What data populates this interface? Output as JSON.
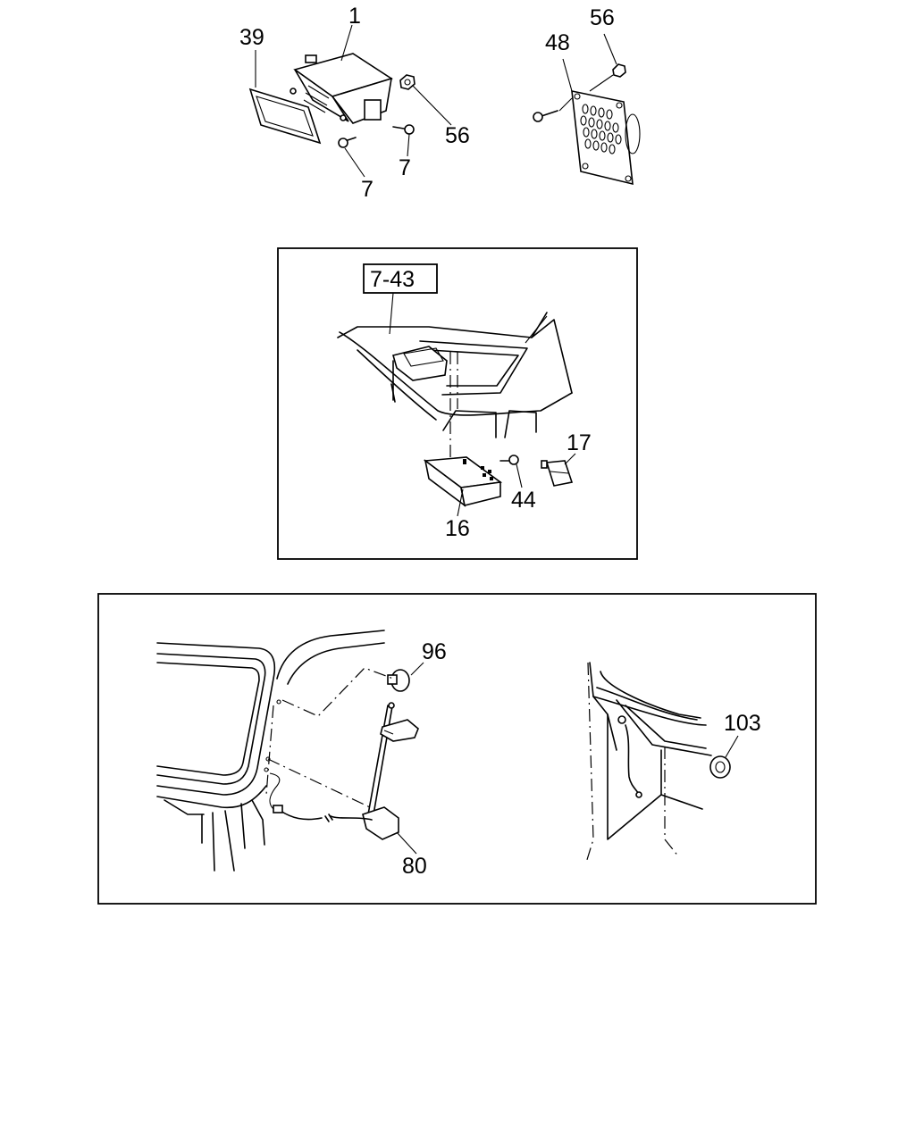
{
  "callouts": {
    "c1": "1",
    "c39": "39",
    "c56a": "56",
    "c7a": "7",
    "c7b": "7",
    "c48": "48",
    "c56b": "56",
    "ref_743": "7-43",
    "c17": "17",
    "c44": "44",
    "c16": "16",
    "c96": "96",
    "c80": "80",
    "c103": "103"
  }
}
